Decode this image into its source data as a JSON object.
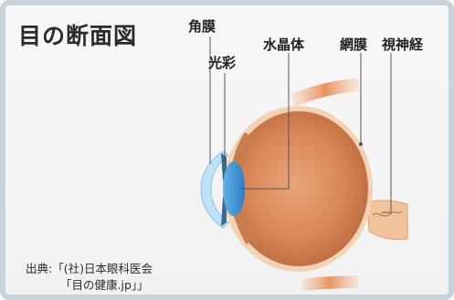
{
  "title": "目の断面図",
  "labels": {
    "cornea": "角膜",
    "iris": "光彩",
    "lens": "水晶体",
    "retina": "網膜",
    "optic_nerve": "視神経"
  },
  "source": {
    "line1": "出典:「(社)日本眼科医会",
    "line2": "「目の健康.jp」」"
  }
}
